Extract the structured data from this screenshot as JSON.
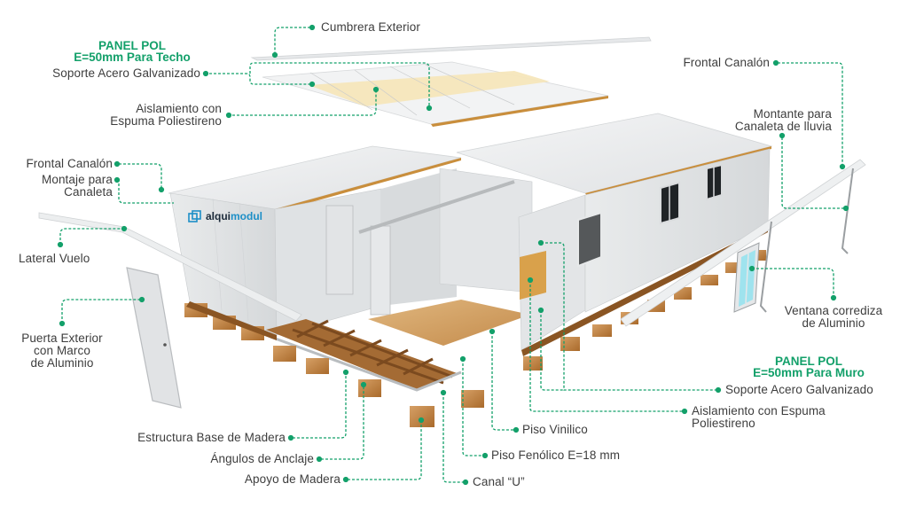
{
  "colors": {
    "accent_green": "#13a06a",
    "label_text": "#3d3d3d",
    "panel_white": "#eceeef",
    "insulation_yellow": "#f6e3b4",
    "wood": "#b5762f",
    "logo_dark": "#1c2b3a",
    "logo_blue": "#1d8fc7",
    "window_glass": "#9fe3ee"
  },
  "brand": {
    "logo_text_dark": "alqui",
    "logo_text_blue": "modul",
    "logo_icon": "stacked-squares-icon"
  },
  "groups": {
    "roof_panel": {
      "line1": "PANEL POL",
      "line2": "E=50mm Para Techo"
    },
    "wall_panel": {
      "line1": "PANEL POL",
      "line2": "E=50mm Para Muro"
    }
  },
  "labels": {
    "cumbrera_exterior": "Cumbrera Exterior",
    "soporte_techo": "Soporte Acero Galvanizado",
    "aislamiento_techo": {
      "line1": "Aislamiento con",
      "line2": "Espuma Poliestireno"
    },
    "frontal_canalon_left": "Frontal Canalón",
    "montaje_canaleta": {
      "line1": "Montaje para",
      "line2": "Canaleta"
    },
    "lateral_vuelo": "Lateral Vuelo",
    "puerta_exterior": {
      "line1": "Puerta Exterior",
      "line2": "con Marco",
      "line3": "de Aluminio"
    },
    "frontal_canalon_right": "Frontal Canalón",
    "montante_canaleta": {
      "line1": "Montante para",
      "line2": "Canaleta de lluvia"
    },
    "ventana_corrediza": {
      "line1": "Ventana corrediza",
      "line2": "de Aluminio"
    },
    "soporte_muro": "Soporte Acero Galvanizado",
    "aislamiento_muro": {
      "line1": "Aislamiento con Espuma",
      "line2": "Poliestireno"
    },
    "estructura_base": "Estructura Base de Madera",
    "angulos_anclaje": "Ángulos de Anclaje",
    "apoyo_madera": "Apoyo de Madera",
    "piso_vinilico": "Piso Vinilico",
    "piso_fenolico": "Piso Fenólico E=18 mm",
    "canal_u": "Canal “U”"
  }
}
